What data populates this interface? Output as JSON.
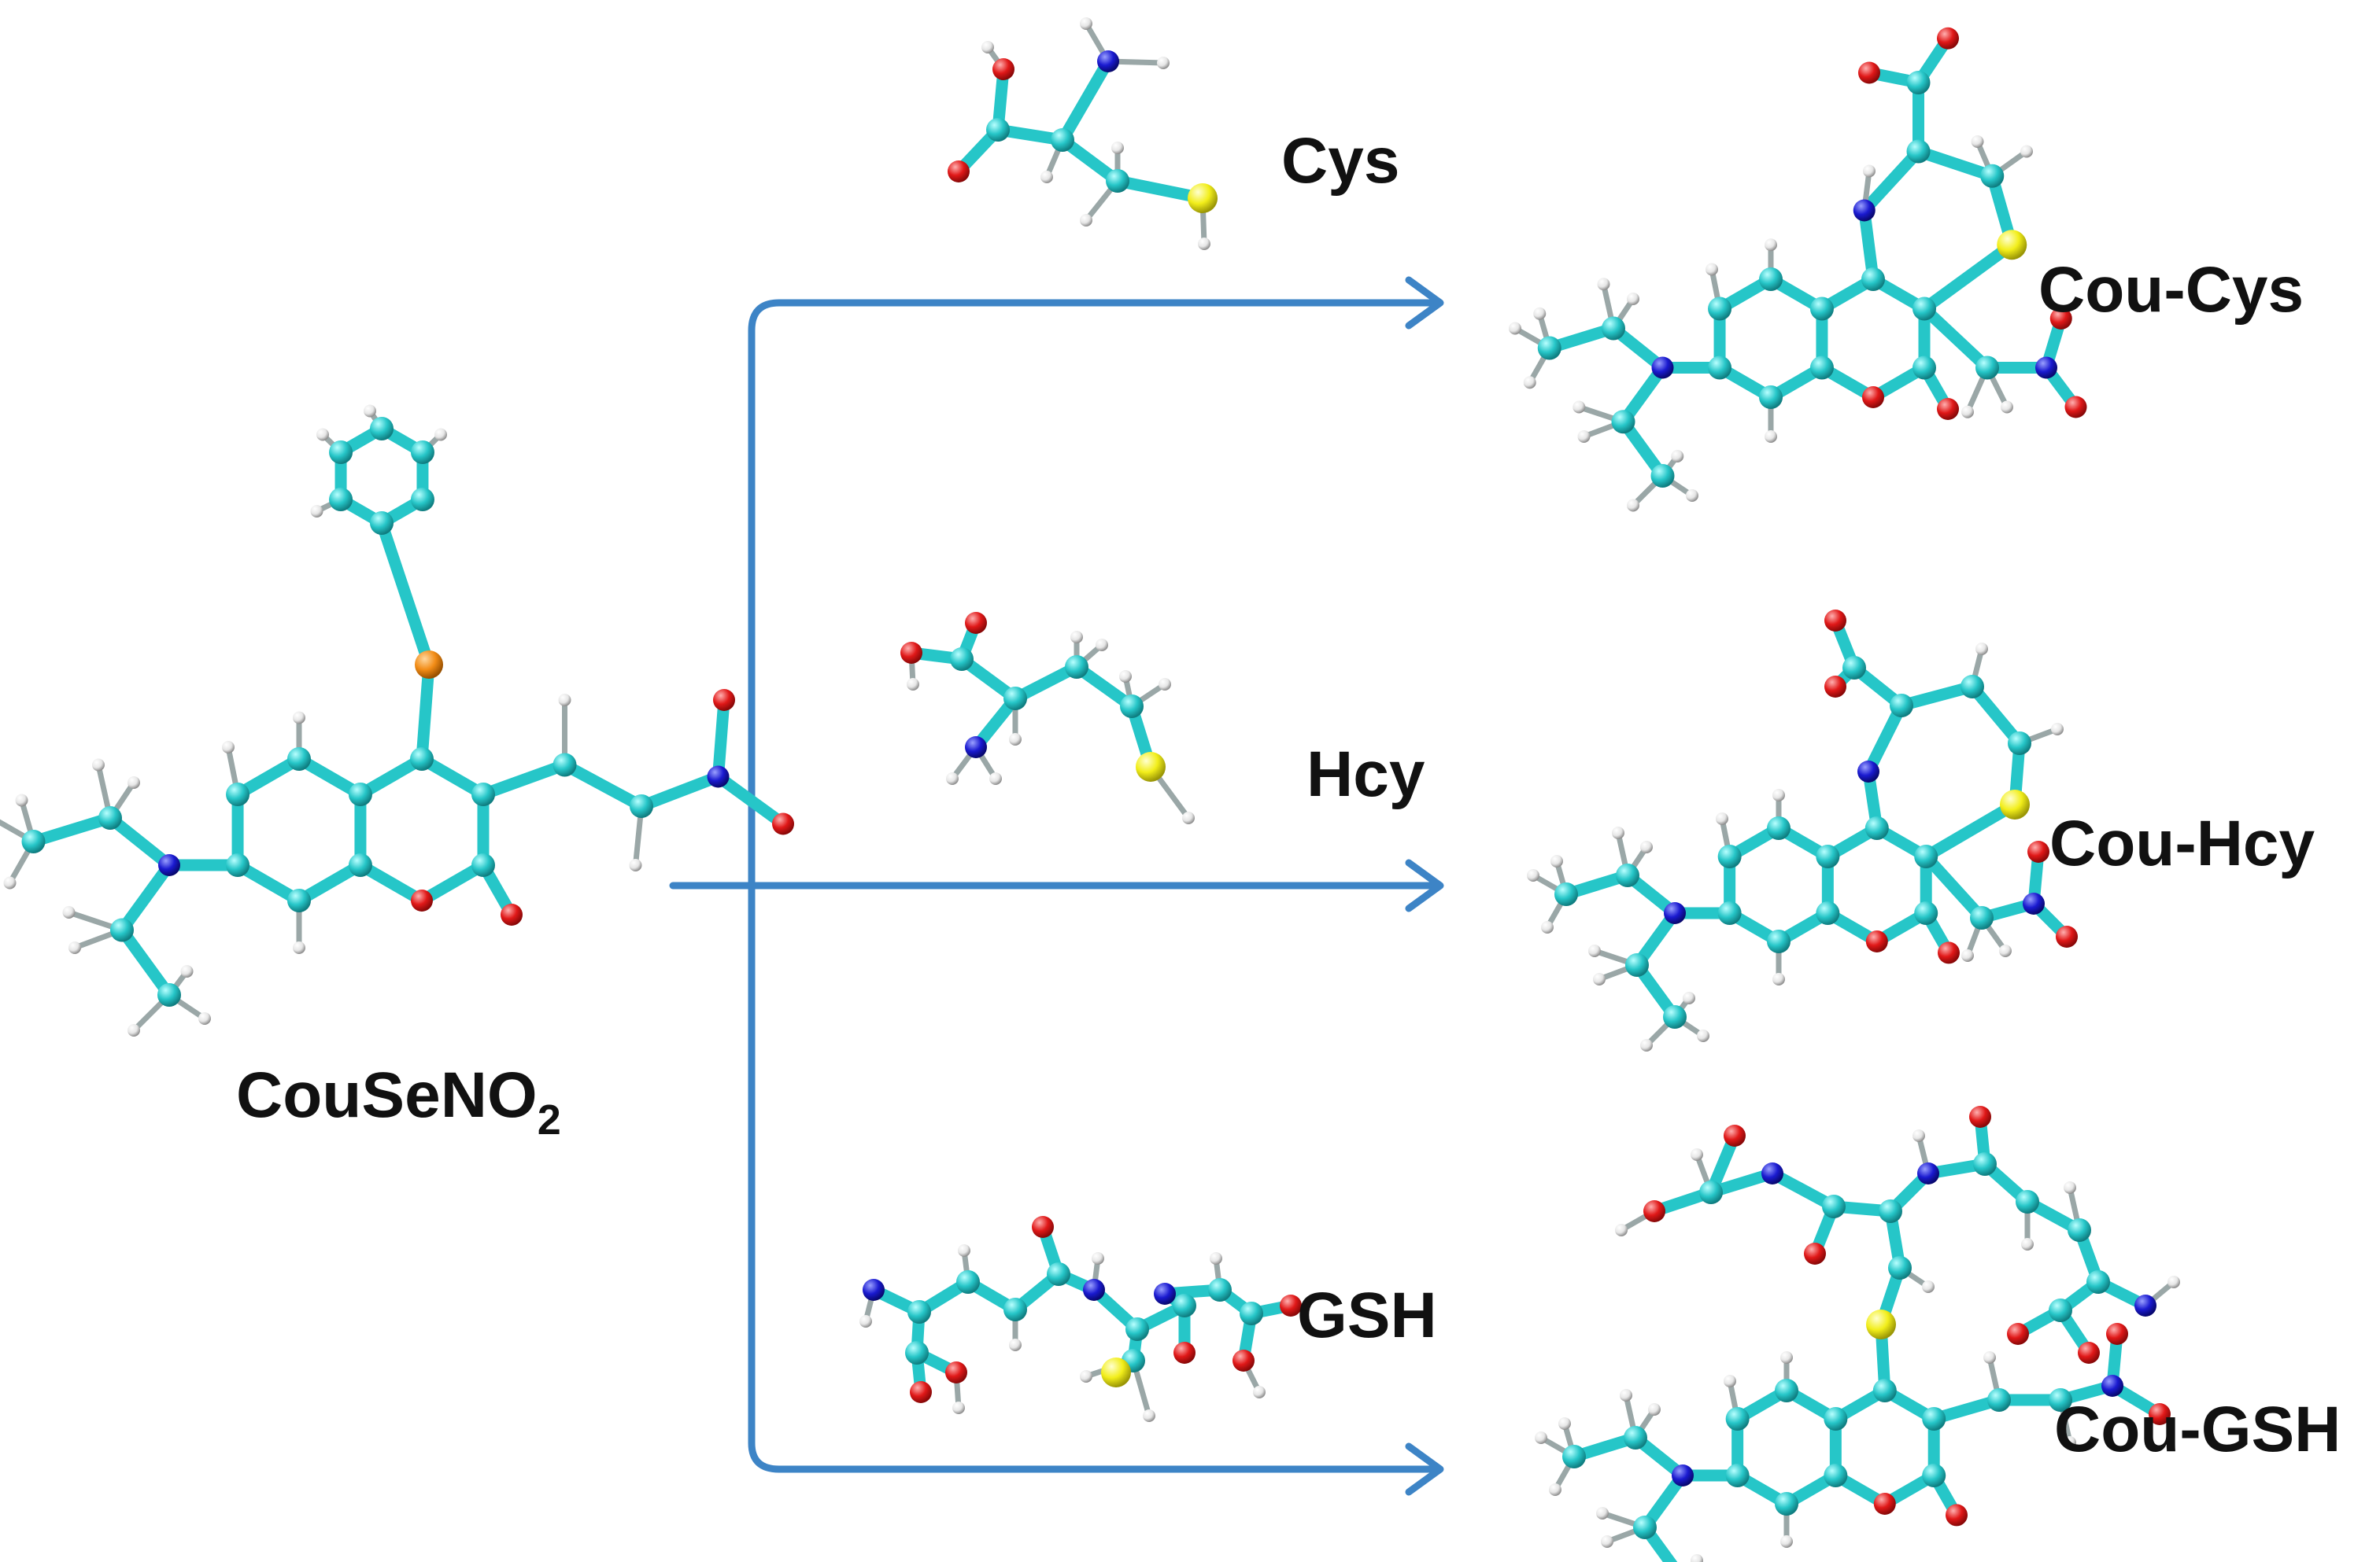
{
  "scheme": {
    "probe": {
      "name": "CouSeNO",
      "subscript": "2"
    },
    "reactants": {
      "cys": "Cys",
      "hcy": "Hcy",
      "gsh": "GSH"
    },
    "products": {
      "cys": "Cou-Cys",
      "hcy": "Cou-Hcy",
      "gsh": "Cou-GSH"
    }
  },
  "atom_colors": {
    "carbon": "#26c6c8",
    "oxygen": "#e01818",
    "nitrogen": "#1a1ad0",
    "sulfur": "#f2ee1a",
    "selenium": "#f28c16",
    "hydrogen": "#e6e6e6"
  },
  "arrow_color": "#3d84c6"
}
